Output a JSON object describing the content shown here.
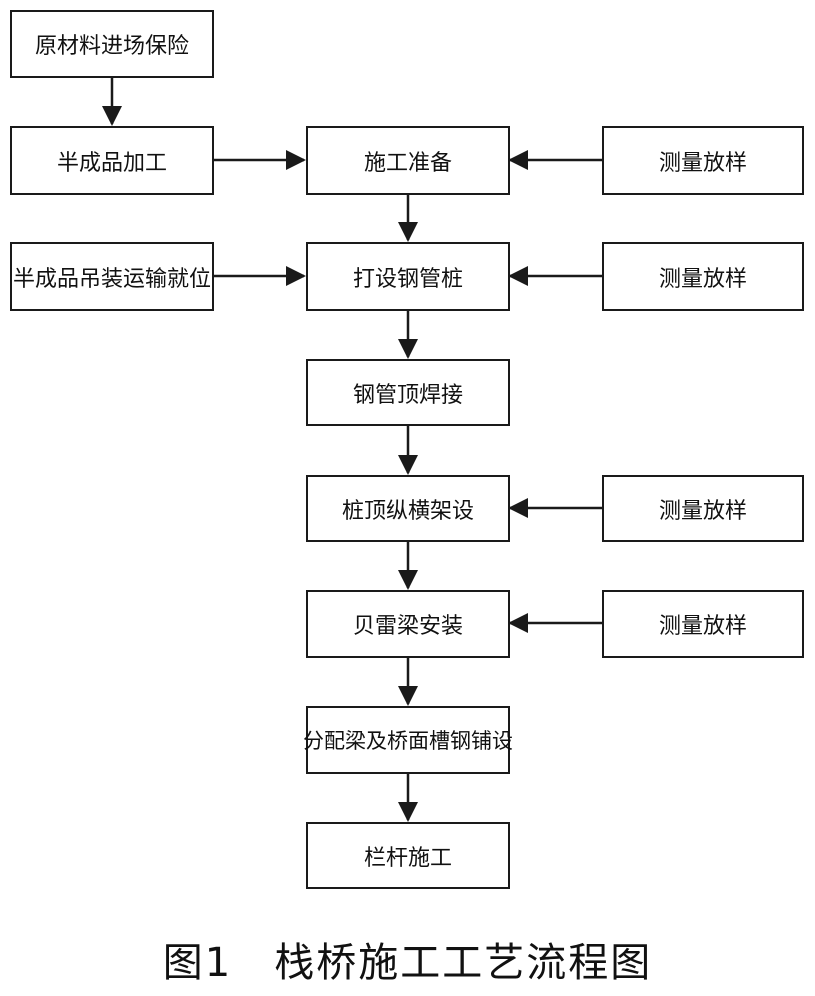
{
  "nodes": {
    "raw_material": "原材料进场保险",
    "semi_processing": "半成品加工",
    "construction_prep": "施工准备",
    "survey_1": "测量放样",
    "semi_transport": "半成品吊装运输就位",
    "drive_pile": "打设钢管桩",
    "survey_2": "测量放样",
    "pile_top_weld": "钢管顶焊接",
    "pile_top_beam": "桩顶纵横架设",
    "survey_3": "测量放样",
    "bailey_beam": "贝雷梁安装",
    "survey_4": "测量放样",
    "distribution_beam": "分配梁及桥面槽钢铺设",
    "railing": "栏杆施工"
  },
  "caption": "图1　栈桥施工工艺流程图",
  "colors": {
    "line": "#1a1a1a",
    "box_border": "#1a1a1a",
    "background": "#ffffff"
  }
}
